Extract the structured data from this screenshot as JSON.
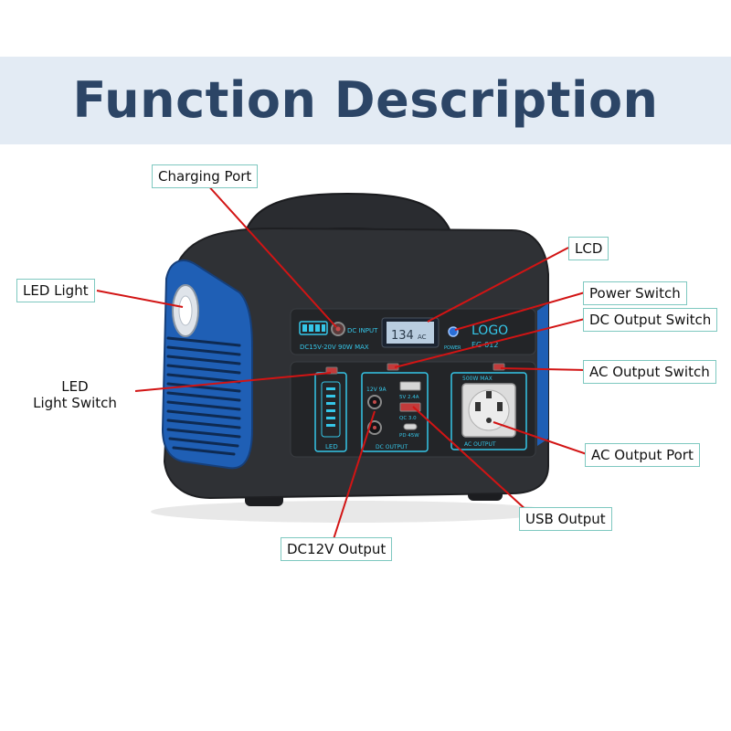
{
  "title": "Function Description",
  "device": {
    "panel_text": {
      "dc_input": "DC INPUT",
      "dc_input_rating": "DC15V-20V  90W  MAX",
      "lcd_value": "134",
      "ac_indicator": "AC",
      "power": "POWER",
      "logo": "LOGO",
      "model": "EG-012",
      "dc_12v": "12V 9A",
      "usb_5v": "5V 2.4A",
      "usb_qc": "QC 3.0",
      "usb_pd": "PD 45W",
      "dc_output": "DC OUTPUT",
      "ac_max": "500W  MAX",
      "ac_output": "AC OUTPUT",
      "led": "LED"
    }
  },
  "callouts": {
    "charging_port": "Charging Port",
    "lcd": "LCD",
    "power_switch": "Power Switch",
    "dc_output_switch": "DC Output Switch",
    "led_light": "LED Light",
    "led_light_switch_line1": "LED",
    "led_light_switch_line2": "Light Switch",
    "ac_output_switch": "AC Output Switch",
    "ac_output_port": "AC Output Port",
    "usb_output": "USB Output",
    "dc12v_output": "DC12V Output"
  },
  "colors": {
    "title_band": "#e3ebf4",
    "title_text": "#2c4566",
    "leader_line": "#d21414",
    "callout_border": "#7ec8c0",
    "body_dark": "#25272b",
    "side_blue": "#1f5fb5",
    "accent_cyan": "#35c6e8"
  }
}
